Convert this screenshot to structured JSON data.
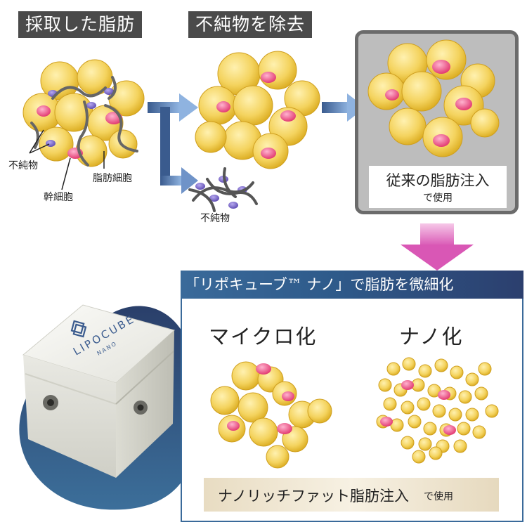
{
  "steps": {
    "harvested": "採取した脂肪",
    "purified": "不純物を除去"
  },
  "labels": {
    "impurity_1": "不純物",
    "stem_cell": "幹細胞",
    "fat_cell": "脂肪細胞",
    "impurity_2": "不純物"
  },
  "conventional": {
    "line1": "従来の脂肪注入",
    "line2": "で使用"
  },
  "nano": {
    "banner": "「リポキューブ™ ナノ」で脂肪を微細化",
    "micro_label": "マイクロ化",
    "nano_label": "ナノ化",
    "caption_line1": "ナノリッチファット脂肪注入",
    "caption_line2": "で使用"
  },
  "device": {
    "brand": "LIPOCUBE",
    "model": "NANO"
  },
  "colors": {
    "fat_cell": "#f4d35e",
    "fat_cell_edge": "#d9a91b",
    "stem_cell": "#e9437a",
    "impurity": "#7d6bc9",
    "arrow_blue": "#5a86c0",
    "arrow_pink": "#e85fb0",
    "banner_blue": "#3a6a9a"
  }
}
